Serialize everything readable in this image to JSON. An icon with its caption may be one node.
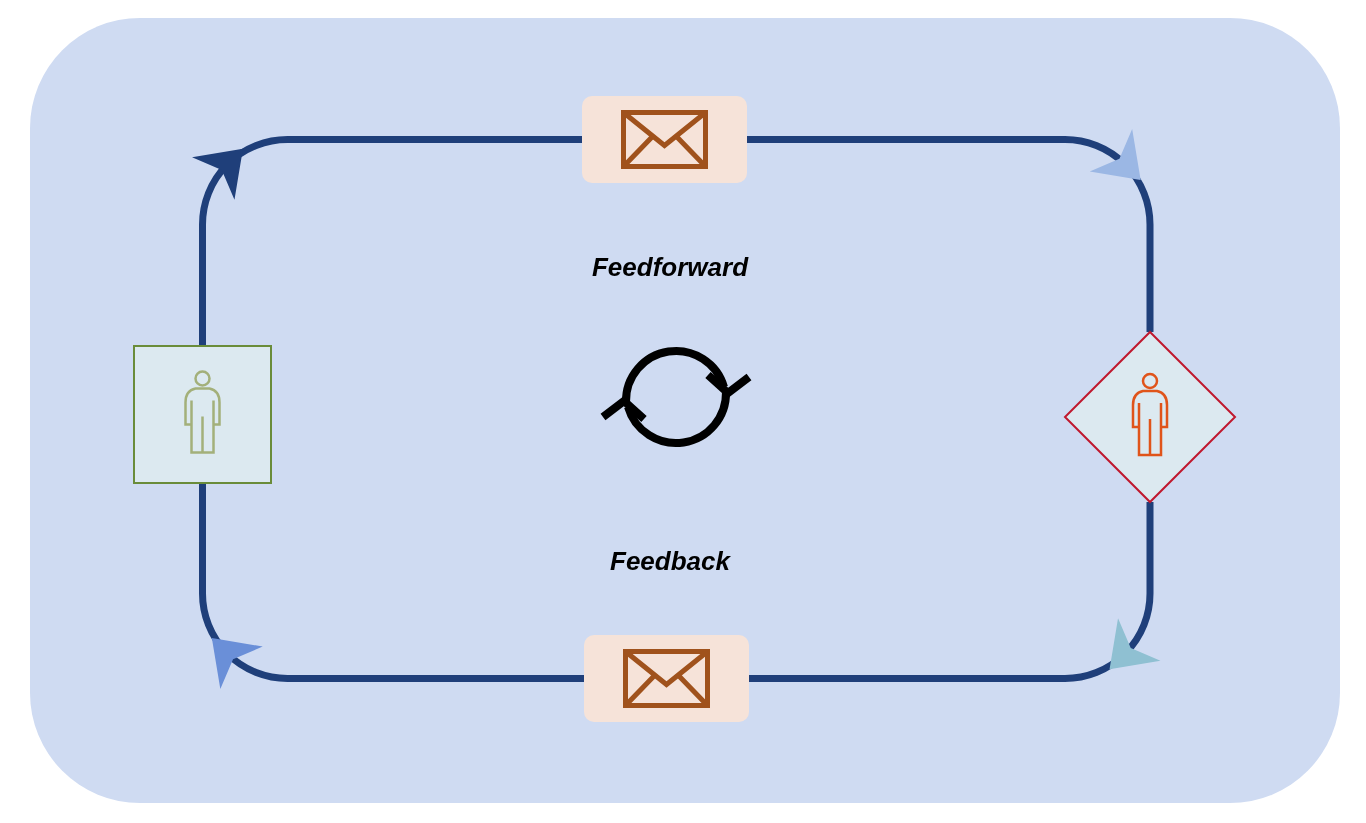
{
  "diagram": {
    "nodes": [
      {
        "text": [],
        "shape": "box"
      },
      {
        "text": [],
        "shape": "box"
      },
      {
        "text": [],
        "shape": "diamond"
      },
      {
        "text": [],
        "shape": "box"
      }
    ],
    "edges": [
      {
        "from": 1,
        "to": 0,
        "arrow": "to"
      },
      {
        "from": 0,
        "to": 2,
        "arrow": "to"
      },
      {
        "from": 2,
        "to": 3,
        "arrow": "to"
      },
      {
        "from": 3,
        "to": 1,
        "arrow": "to"
      }
    ],
    "labels": [
      "Feedforward",
      "Feedback"
    ]
  }
}
